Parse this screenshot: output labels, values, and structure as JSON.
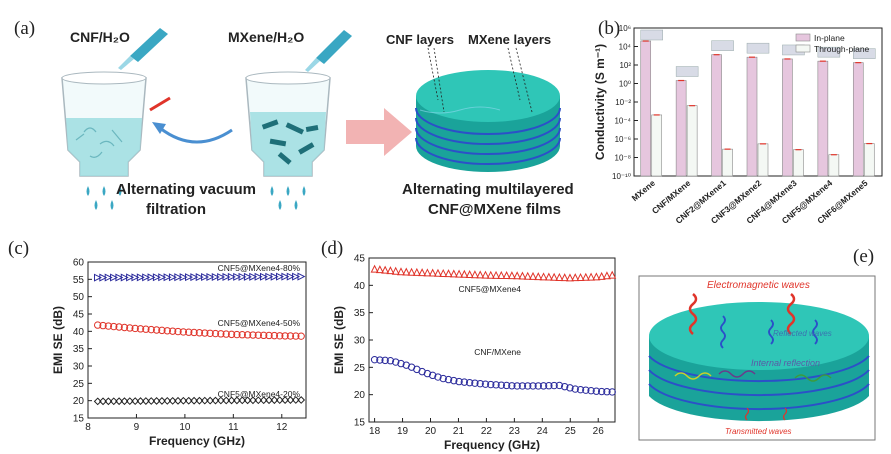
{
  "panel_a": {
    "label": "(a)",
    "cnf_label": "CNF/H₂O",
    "mxene_label": "MXene/H₂O",
    "cnf_layers": "CNF layers",
    "mxene_layers": "MXene layers",
    "caption_left_1": "Alternating vacuum",
    "caption_left_2": "filtration",
    "caption_right_1": "Alternating multilayered",
    "caption_right_2": "CNF@MXene films",
    "colors": {
      "water": "#7fd3d6",
      "film": "#1aa39a",
      "arrow": "#4a8fd1",
      "big_arrow": "#f2b3b3"
    }
  },
  "panel_e": {
    "label": "(e)",
    "electromagnetic_waves": "Electromagnetic waves",
    "reflected_waves": "Reflected waves",
    "internal_reflection": "Internal reflection",
    "transmitted_waves": "Transmitted waves"
  },
  "chart_data": [
    {
      "id": "b",
      "label": "(b)",
      "type": "bar",
      "ylabel": "Conductivity (S m⁻¹)",
      "yscale": "log",
      "ylim_exp": [
        -10,
        6
      ],
      "ytick_exps": [
        -10,
        -8,
        -6,
        -4,
        -2,
        0,
        2,
        4,
        6
      ],
      "ytick_labels": [
        "10⁻¹⁰",
        "10⁻⁸",
        "10⁻⁶",
        "10⁻⁴",
        "10⁻²",
        "10⁰",
        "10²",
        "10⁴",
        "10⁶"
      ],
      "categories": [
        "MXene",
        "CNF/MXene",
        "CNF2@MXene1",
        "CNF3@MXene2",
        "CNF4@MXene3",
        "CNF5@MXene4",
        "CNF6@MXene5"
      ],
      "series": [
        {
          "name": "In-plane",
          "color": "#e6c6de",
          "values": [
            39000,
            2.1,
            1300,
            700,
            450,
            260,
            180
          ]
        },
        {
          "name": "Through-plane",
          "color": "#f4f8f4",
          "values": [
            0.0004,
            0.004,
            8e-08,
            3e-07,
            7e-08,
            2e-08,
            3.2e-07
          ]
        }
      ],
      "legend_position": "top-right"
    },
    {
      "id": "c",
      "label": "(c)",
      "type": "scatter",
      "xlabel": "Frequency (GHz)",
      "ylabel": "EMI SE (dB)",
      "xlim": [
        8,
        12.5
      ],
      "ylim": [
        15,
        60
      ],
      "xticks": [
        8,
        9,
        10,
        11,
        12
      ],
      "yticks": [
        15,
        20,
        25,
        30,
        35,
        40,
        45,
        50,
        55,
        60
      ],
      "series": [
        {
          "name": "CNF5@MXene4-80%",
          "color": "#2b2b9c",
          "marker": "triangle-right",
          "x": [
            8.2,
            12.4
          ],
          "y": [
            55.5,
            55.8
          ]
        },
        {
          "name": "CNF5@MXene4-50%",
          "color": "#e0342a",
          "marker": "circle",
          "x": [
            8.2,
            9.0,
            10.0,
            11.0,
            12.0,
            12.4
          ],
          "y": [
            41.8,
            40.8,
            39.8,
            39.1,
            38.7,
            38.6
          ]
        },
        {
          "name": "CNF5@MXene4-20%",
          "color": "#222222",
          "marker": "diamond",
          "x": [
            8.2,
            12.4
          ],
          "y": [
            19.8,
            20.2
          ]
        }
      ]
    },
    {
      "id": "d",
      "label": "(d)",
      "type": "scatter",
      "xlabel": "Frequency (GHz)",
      "ylabel": "EMI SE (dB)",
      "xlim": [
        17.8,
        26.6
      ],
      "ylim": [
        15,
        45
      ],
      "xticks": [
        18,
        19,
        20,
        21,
        22,
        23,
        24,
        25,
        26
      ],
      "yticks": [
        15,
        20,
        25,
        30,
        35,
        40,
        45
      ],
      "series": [
        {
          "name": "CNF5@MXene4",
          "color": "#e0342a",
          "marker": "triangle-up",
          "x": [
            18.0,
            19.0,
            20.0,
            21.0,
            22.0,
            23.0,
            24.0,
            25.0,
            26.0,
            26.5
          ],
          "y": [
            43.0,
            42.5,
            42.3,
            42.1,
            41.9,
            41.8,
            41.6,
            41.4,
            41.6,
            41.9
          ]
        },
        {
          "name": "CNF/MXene",
          "color": "#2b2b9c",
          "marker": "circle",
          "x": [
            18.0,
            18.6,
            19.2,
            19.8,
            20.4,
            21.0,
            22.0,
            23.0,
            24.0,
            24.6,
            25.2,
            26.0,
            26.5
          ],
          "y": [
            26.4,
            26.2,
            25.3,
            24.0,
            23.0,
            22.4,
            21.9,
            21.6,
            21.6,
            21.7,
            21.0,
            20.6,
            20.5
          ]
        }
      ]
    }
  ]
}
